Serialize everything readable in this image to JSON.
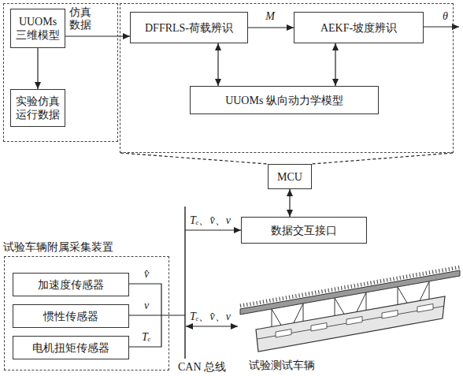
{
  "diagram": {
    "nodes": [
      {
        "text": []
      },
      {
        "text": [
          "UUOMs 三维模型"
        ],
        "in": 0
      },
      {
        "text": [
          "实验仿真 运行数据"
        ],
        "in": 0
      },
      {
        "text": []
      },
      {
        "text": [
          "DFFRLS-荷载辨识"
        ],
        "in": 3
      },
      {
        "text": [
          "AEKF-坡度辨识"
        ],
        "in": 3
      },
      {
        "text": [
          "UUOMs 纵向动力学模型"
        ],
        "in": 3
      },
      {
        "text": [
          "MCU"
        ]
      },
      {
        "text": [
          "数据交互接口"
        ]
      },
      {
        "text": [
          "试验车辆附属采集装置"
        ]
      },
      {
        "text": [
          "加速度传感器"
        ],
        "in": 9
      },
      {
        "text": [
          "惯性传感器"
        ],
        "in": 9
      },
      {
        "text": [
          "电机扭矩传感器"
        ],
        "in": 9
      }
    ],
    "edges": [
      {
        "from": 1,
        "to": 2,
        "arrow": "to"
      },
      {
        "from": 1,
        "to": 4,
        "label": "仿真 数据",
        "arrow": "to"
      },
      {
        "from": 4,
        "to": 5,
        "label": "M",
        "arrow": "to"
      },
      {
        "from": 4,
        "to": 6,
        "arrow": "both"
      },
      {
        "from": 5,
        "to": 6,
        "arrow": "both"
      },
      {
        "from": 7,
        "to": 8,
        "arrow": "both"
      },
      {
        "from": 3,
        "to": 7,
        "arrow": "none"
      }
    ],
    "labels": [
      "θ",
      "Tₑ、v̂、v",
      "v̂",
      "v",
      "Tₑ",
      "Tₑ、v̂、v",
      "试验测试车辆",
      "CAN 总线"
    ]
  }
}
